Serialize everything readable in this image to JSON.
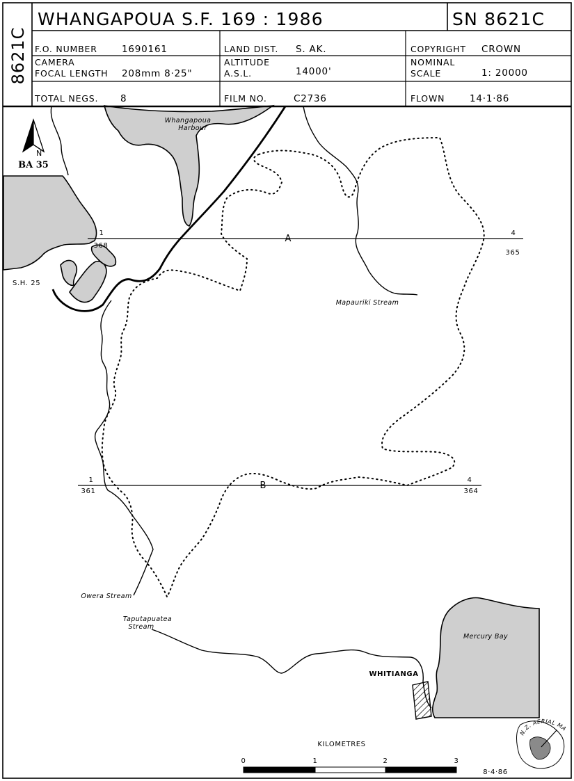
{
  "header": {
    "side_code": "8621C",
    "title": "WHANGAPOUA S.F. 169 : 1986",
    "sheet_code": "SN 8621C",
    "fo_number_label": "F.O. NUMBER",
    "fo_number_value": "1690161",
    "land_dist_label": "LAND DIST.",
    "land_dist_value": "S. AK.",
    "copyright_label": "COPYRIGHT",
    "copyright_value": "CROWN",
    "camera_label_1": "CAMERA",
    "camera_label_2": "FOCAL LENGTH",
    "camera_value": "208mm  8·25\"",
    "altitude_label_1": "ALTITUDE",
    "altitude_label_2": "A.S.L.",
    "altitude_value": "14000'",
    "nominal_label_1": "NOMINAL",
    "nominal_label_2": "SCALE",
    "nominal_value": "1: 20000",
    "total_negs_label": "TOTAL NEGS.",
    "total_negs_value": "8",
    "film_no_label": "FILM NO.",
    "film_no_value": "C2736",
    "flown_label": "FLOWN",
    "flown_value": "14·1·86"
  },
  "map": {
    "north_letter": "N",
    "ref_code": "BA 35",
    "harbour_label_1": "Whangapoua",
    "harbour_label_2": "Harbour",
    "highway_label": "S.H. 25",
    "flight_line_a": {
      "label": "A",
      "start_top": "1",
      "start_bottom": "368",
      "end_top": "4",
      "end_bottom": "365"
    },
    "flight_line_b": {
      "label": "B",
      "start_top": "1",
      "start_bottom": "361",
      "end_top": "4",
      "end_bottom": "364"
    },
    "mapauriki_label": "Mapauriki Stream",
    "owera_label": "Owera Stream",
    "taputapuatea_label_1": "Taputapuatea",
    "taputapuatea_label_2": "Stream",
    "mercury_bay_label": "Mercury Bay",
    "town_label": "WHITIANGA",
    "colors": {
      "ink": "#000000",
      "water": "#cfcfcf",
      "paper": "#ffffff"
    }
  },
  "scale_bar": {
    "title": "KILOMETRES",
    "ticks": [
      "0",
      "1",
      "2",
      "3"
    ]
  },
  "footer": {
    "date": "8·4·86",
    "stamp_text": "N.Z. AERIAL MAPPING LTD."
  }
}
